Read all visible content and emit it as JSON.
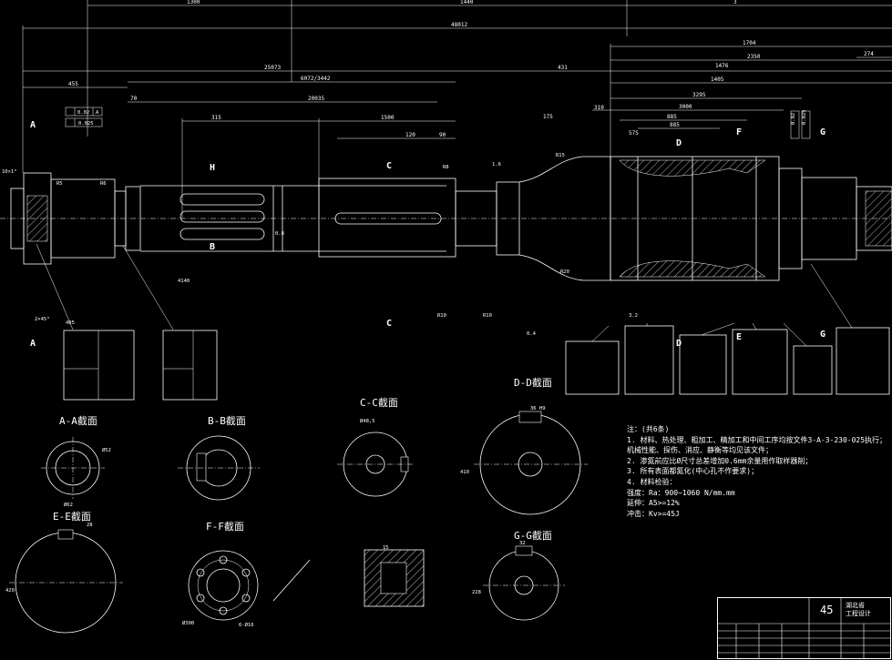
{
  "drawing": {
    "dimensions_top": {
      "d1": "1300",
      "d2": "1440",
      "d3": "3",
      "overall": "48012",
      "d1704": "1704",
      "d274": "274",
      "d25073": "25073",
      "d6072": "6072/3442",
      "d431": "431",
      "d1476": "1476",
      "d2350": "2350",
      "d455": "455",
      "d1405": "1405",
      "d70": "70",
      "d20035": "20035",
      "d3295": "3295",
      "d315": "315",
      "d1500": "1500",
      "d3000": "3000",
      "d885": "885",
      "d885b": "885",
      "d575": "575",
      "d175": "175",
      "d310": "310",
      "d90": "90",
      "d120": "120"
    },
    "tolerances": {
      "t1": "0.02",
      "t1ref": "A",
      "t2": "0.025",
      "tr1": "0.02",
      "tr2": "0.025"
    },
    "labels_small": {
      "r5": "R5",
      "r6": "R6",
      "r8": "R8",
      "r10": "R10",
      "r15": "R15",
      "r20": "R20",
      "ra": "0.8",
      "ra2": "1.6",
      "ra3": "3.2",
      "ra4": "0.4",
      "k1": "10×1°",
      "k2": "2×45°",
      "d405": "405",
      "d4165": "4140"
    },
    "view_marks": {
      "a": "A",
      "b": "B",
      "c": "C",
      "d": "D",
      "e": "E",
      "f": "F",
      "g": "G",
      "h": "H"
    }
  },
  "section_titles": {
    "aa": "A-A截面",
    "bb": "B-B截面",
    "cc": "C-C截面",
    "dd": "D-D截面",
    "ee": "E-E截面",
    "ff": "F-F截面",
    "gg": "G-G截面"
  },
  "section_dims": {
    "aa_w": "Ø62",
    "aa_h": "Ø52",
    "cc_top": "Ø48,5",
    "dd_top": "36 H9",
    "dd_h": "410",
    "ee_w": "420",
    "ee_top": "28",
    "ff_d": "Ø300",
    "ff_h": "6-Ø16",
    "gg_w": "15",
    "gg_d": "228",
    "gg_top": "32"
  },
  "notes": {
    "title": "注：(共6条)",
    "n1": "1. 材料、热处理、粗加工、精加工和中间工序均按文件3-A-3-230-025执行；",
    "n1b": "   机械性能、探伤、消应、静衡等均见该文件；",
    "n2": "2. 渗氮前应比Ø尺寸总差增加0.6mm余量用作取样器削；",
    "n3": "3. 所有表面都氮化(中心孔不作要求)；",
    "n4": "4. 材料检验：",
    "n4a": "        强度：Ra：900~1060 N/mm.mm",
    "n4b": "        延伸：A5>=12%",
    "n4c": "        冲击：Kv>=45J"
  },
  "title_block": {
    "material": "45",
    "company": "湖北省",
    "company2": "工程设计"
  }
}
